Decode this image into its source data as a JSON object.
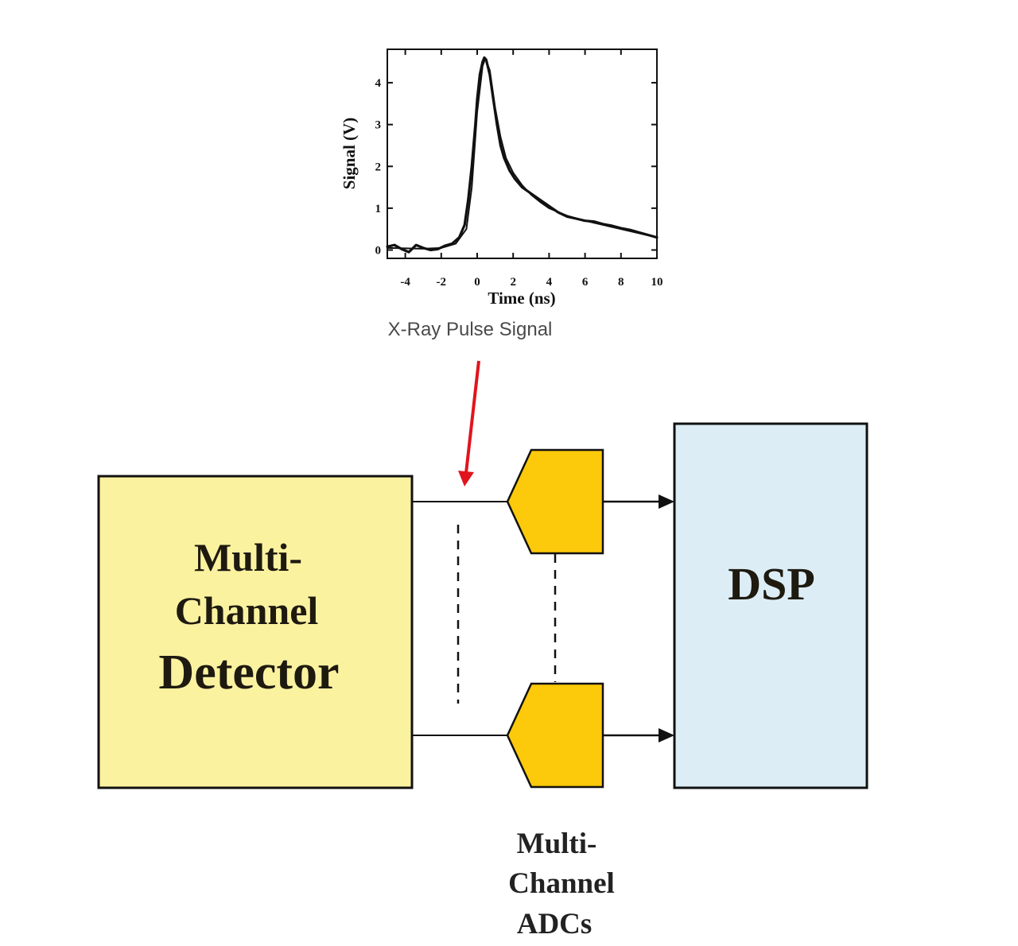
{
  "chart_data": {
    "type": "line",
    "title": "",
    "caption": "X-Ray Pulse Signal",
    "xlabel": "Time (ns)",
    "ylabel": "Signal (V)",
    "xlim": [
      -5,
      10
    ],
    "ylim": [
      -0.2,
      4.8
    ],
    "x_ticks": [
      -4,
      -2,
      0,
      2,
      4,
      6,
      8,
      10
    ],
    "y_ticks": [
      0,
      1,
      2,
      3,
      4
    ],
    "grid": false,
    "series": [
      {
        "x": [
          -5.0,
          -4.6,
          -4.2,
          -3.8,
          -3.4,
          -3.0,
          -2.6,
          -2.2,
          -1.8,
          -1.4,
          -1.0,
          -0.7,
          -0.5,
          -0.3,
          -0.1,
          0.0,
          0.15,
          0.3,
          0.4,
          0.5,
          0.7,
          0.9,
          1.1,
          1.3,
          1.5,
          1.8,
          2.1,
          2.5,
          3.0,
          3.5,
          4.0,
          4.5,
          5.0,
          5.5,
          6.0,
          6.5,
          7.0,
          7.5,
          8.0,
          8.5,
          9.0,
          9.5,
          10.0
        ],
        "y": [
          0.08,
          0.12,
          0.02,
          -0.05,
          0.12,
          0.05,
          0.0,
          0.02,
          0.1,
          0.15,
          0.3,
          0.6,
          1.2,
          2.0,
          3.0,
          3.6,
          4.2,
          4.5,
          4.6,
          4.55,
          4.2,
          3.6,
          3.0,
          2.5,
          2.2,
          1.9,
          1.7,
          1.5,
          1.35,
          1.2,
          1.05,
          0.9,
          0.8,
          0.75,
          0.7,
          0.68,
          0.62,
          0.58,
          0.52,
          0.48,
          0.42,
          0.36,
          0.3
        ]
      },
      {
        "x": [
          -5.0,
          -4.0,
          -3.0,
          -2.0,
          -1.2,
          -0.6,
          -0.3,
          0.0,
          0.3,
          0.45,
          0.7,
          1.0,
          1.3,
          1.6,
          2.0,
          2.5,
          3.0,
          3.5,
          4.0,
          5.0,
          6.0,
          7.0,
          8.0,
          9.0,
          10.0
        ],
        "y": [
          0.05,
          0.04,
          0.03,
          0.05,
          0.15,
          0.5,
          1.5,
          3.3,
          4.4,
          4.58,
          4.3,
          3.4,
          2.7,
          2.2,
          1.85,
          1.55,
          1.32,
          1.15,
          1.0,
          0.82,
          0.7,
          0.6,
          0.5,
          0.4,
          0.3
        ]
      }
    ]
  },
  "diagram": {
    "detector_label_lines": [
      "Multi-",
      "Channel",
      "Detector"
    ],
    "dsp_label": "DSP",
    "adc_label_lines": [
      "Multi-",
      "Channel",
      "ADCs"
    ],
    "colors": {
      "detector_fill": "#fbf2a0",
      "adc_fill": "#fcc90b",
      "dsp_fill": "#dcedf6",
      "arrow_red": "#e1141e",
      "line": "#111111"
    }
  }
}
